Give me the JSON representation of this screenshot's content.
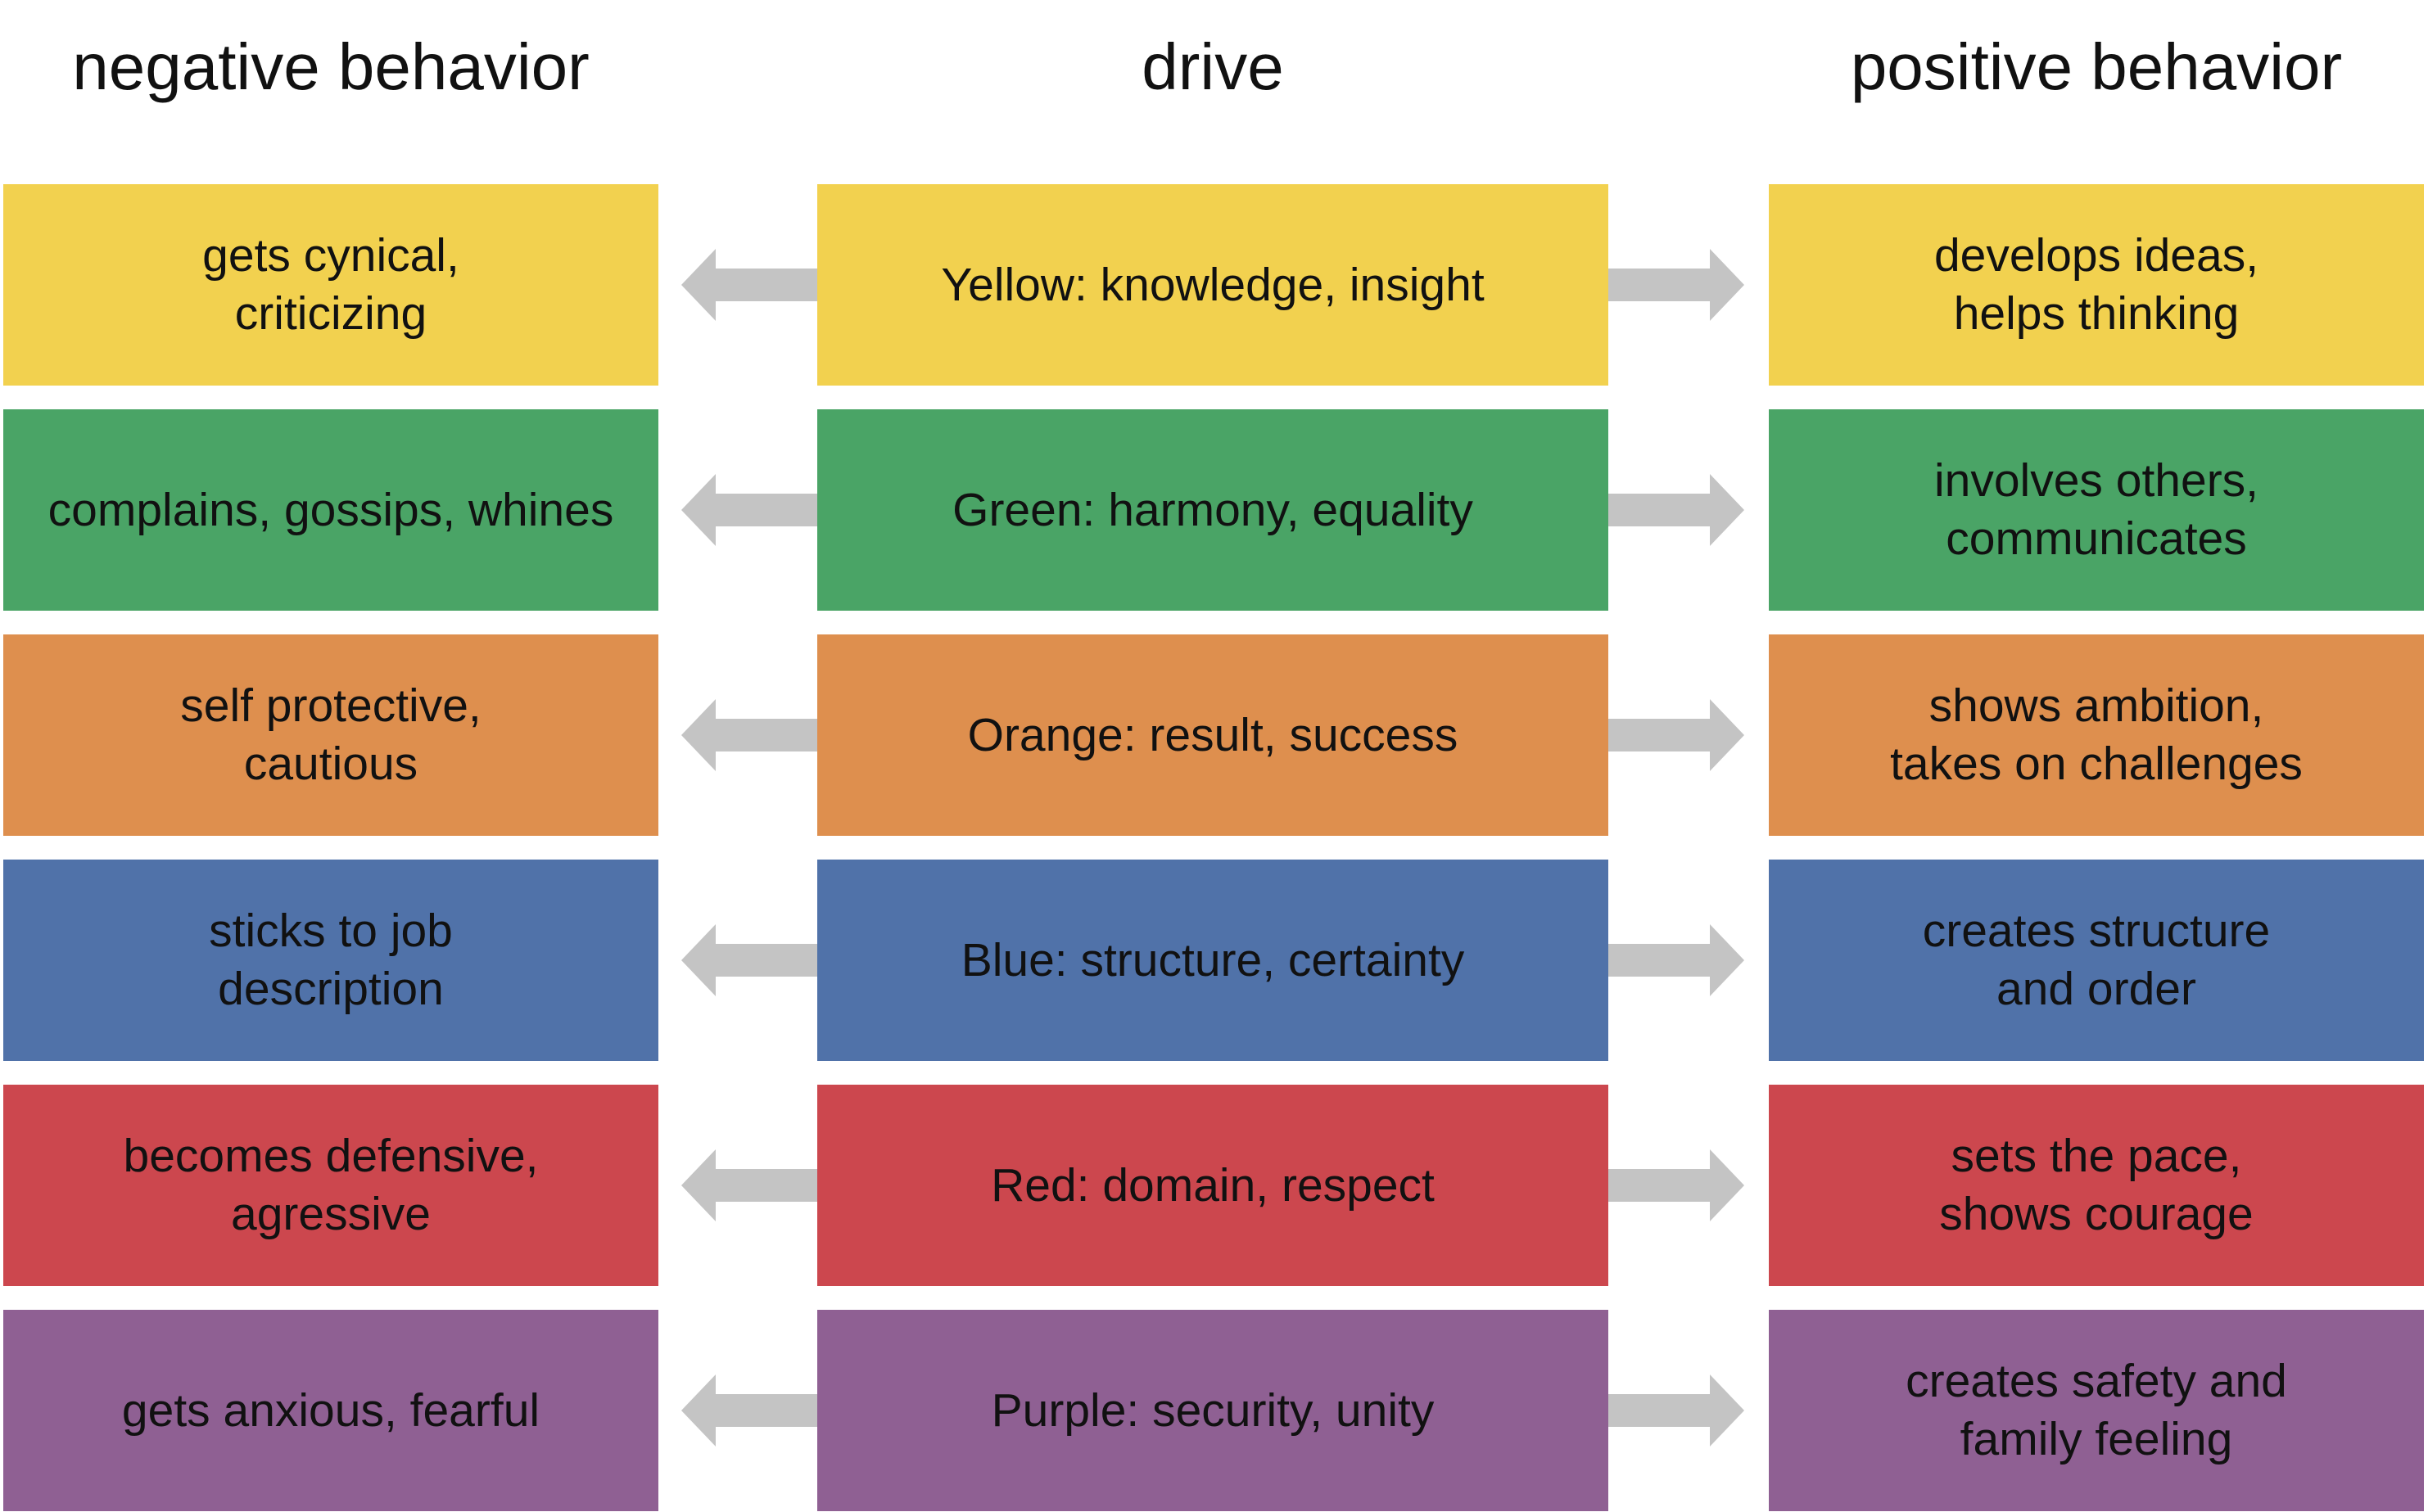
{
  "headers": {
    "negative": "negative behavior",
    "drive": "drive",
    "positive": "positive behavior"
  },
  "arrow_color": "#c4c4c4",
  "rows": [
    {
      "color": "#f2d14f",
      "negative": "gets cynical,\ncriticizing",
      "drive": "Yellow: knowledge, insight",
      "positive": "develops ideas,\nhelps thinking"
    },
    {
      "color": "#4aa466",
      "negative": "complains, gossips, whines",
      "drive": "Green: harmony, equality",
      "positive": "involves others,\ncommunicates"
    },
    {
      "color": "#de8f4e",
      "negative": "self protective,\ncautious",
      "drive": "Orange: result, success",
      "positive": "shows ambition,\ntakes on challenges"
    },
    {
      "color": "#5072a9",
      "negative": "sticks to  job\ndescription",
      "drive": "Blue: structure, certainty",
      "positive": "creates structure\nand order"
    },
    {
      "color": "#cc474e",
      "negative": "becomes defensive,\nagressive",
      "drive": "Red: domain, respect",
      "positive": "sets the pace,\nshows courage"
    },
    {
      "color": "#8f6093",
      "negative": "gets anxious, fearful",
      "drive": "Purple: security, unity",
      "positive": "creates safety and\nfamily feeling"
    }
  ]
}
